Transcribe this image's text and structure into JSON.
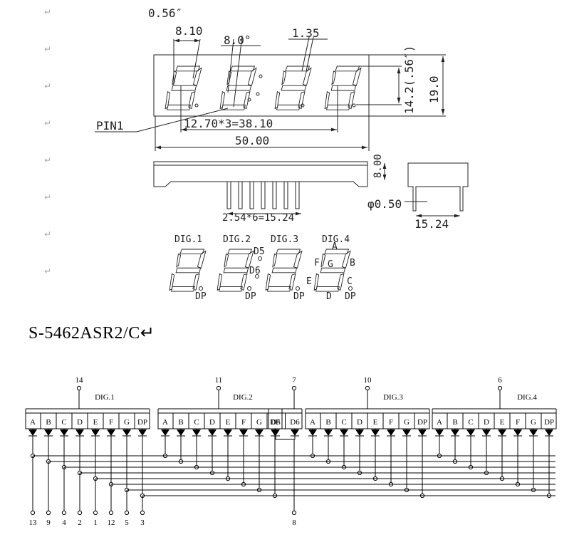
{
  "paragraph_marks": [
    "↵",
    "↵",
    "↵",
    "↵",
    "↵",
    "↵",
    "↵",
    "↵"
  ],
  "dimensions": {
    "size_label": "0.56″",
    "digit_width": "8.10",
    "slant": "8.0°",
    "segment_width": "1.35",
    "pin1": "PIN1",
    "digit_pitch": "12.70*3=38.10",
    "total_width": "50.00",
    "digit_height": "14.2(.56″)",
    "total_height": "19.0",
    "side_height": "8.00",
    "pin_diameter": "φ0.50",
    "pin_pitch": "2.54*6=15.24",
    "row_spacing": "15.24"
  },
  "digit_labels": {
    "dig1": "DIG.1",
    "dig2": "DIG.2",
    "dig3": "DIG.3",
    "dig4": "DIG.4",
    "d5": "D5",
    "d6": "D6",
    "seg_a": "A",
    "seg_b": "B",
    "seg_c": "C",
    "seg_d": "D",
    "seg_e": "E",
    "seg_f": "F",
    "seg_g": "G",
    "dp1": "DP",
    "dp2": "DP",
    "dp3": "DP",
    "dp4": "DP"
  },
  "model": "S-5462ASR2/C↵",
  "schematic": {
    "groups": [
      {
        "label": "DIG.1",
        "pin": "14",
        "segments": [
          "A",
          "B",
          "C",
          "D",
          "E",
          "F",
          "G",
          "DP"
        ]
      },
      {
        "label": "DIG.2",
        "pin": "11",
        "segments": [
          "A",
          "B",
          "C",
          "D",
          "E",
          "F",
          "G",
          "DP"
        ]
      },
      {
        "label": "",
        "pin": "7",
        "segments": [
          "D5",
          "D6"
        ]
      },
      {
        "label": "DIG.3",
        "pin": "10",
        "segments": [
          "A",
          "B",
          "C",
          "D",
          "E",
          "F",
          "G",
          "DP"
        ]
      },
      {
        "label": "DIG.4",
        "pin": "6",
        "segments": [
          "A",
          "B",
          "C",
          "D",
          "E",
          "F",
          "G",
          "DP"
        ]
      }
    ],
    "bottom_pins": [
      "13",
      "9",
      "4",
      "2",
      "1",
      "12",
      "5",
      "3"
    ],
    "d_pin": "8"
  }
}
